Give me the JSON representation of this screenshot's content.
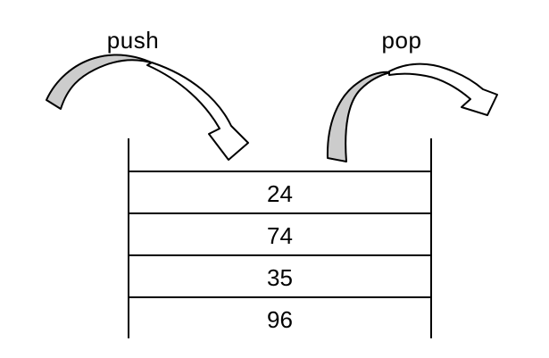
{
  "labels": {
    "push": "push",
    "pop": "pop"
  },
  "stack": {
    "items": [
      "24",
      "74",
      "35",
      "96"
    ]
  },
  "icons": {
    "push_arrow": "curved-arrow-into-stack-icon",
    "pop_arrow": "curved-arrow-out-of-stack-icon"
  },
  "colors": {
    "arrow_tail_fill": "#cccccc",
    "arrow_head_fill": "#ffffff",
    "line": "#000000",
    "text": "#000000",
    "background": "#ffffff"
  }
}
